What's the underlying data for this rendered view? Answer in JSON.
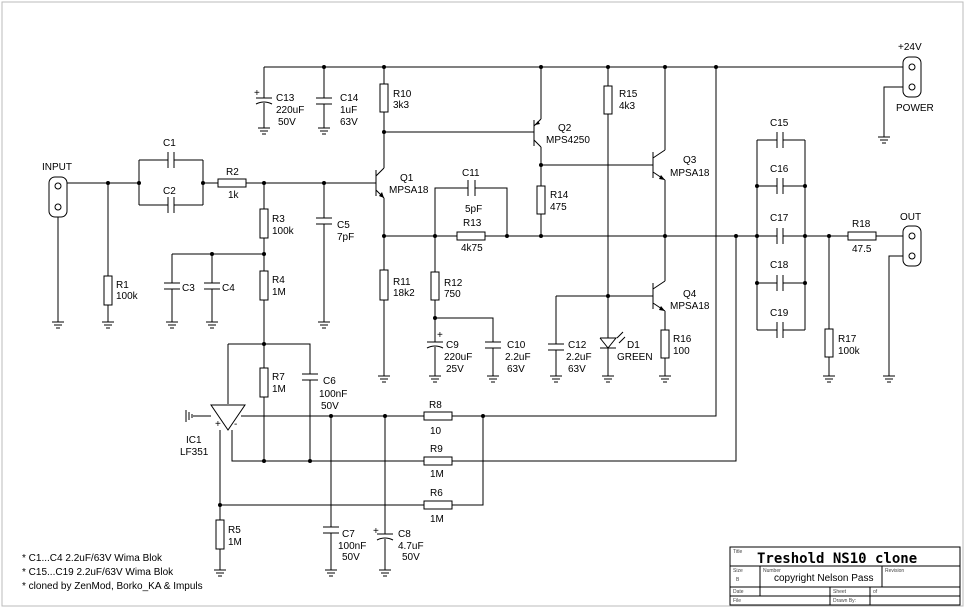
{
  "title_block": {
    "title": "Treshold NS10 clone",
    "copyright": "copyright Nelson Pass",
    "field_title": "Title",
    "field_size": "Size",
    "field_size_value": "B",
    "field_number": "Number",
    "field_revision": "Revision",
    "field_date": "Date",
    "field_file": "File",
    "field_sheet": "Sheet",
    "field_of": "of",
    "field_drawn": "Drawn By:"
  },
  "notes": [
    "* C1...C4  2.2uF/63V Wima Blok",
    "* C15...C19  2.2uF/63V Wima Blok",
    "* cloned by ZenMod, Borko_KA & Impuls"
  ],
  "connectors": {
    "input": "INPUT",
    "out": "OUT",
    "power_voltage": "+24V",
    "power": "POWER"
  },
  "components": {
    "C1": {
      "ref": "C1"
    },
    "C2": {
      "ref": "C2"
    },
    "C3": {
      "ref": "C3"
    },
    "C4": {
      "ref": "C4"
    },
    "R1": {
      "ref": "R1",
      "value": "100k"
    },
    "R2": {
      "ref": "R2",
      "value": "1k"
    },
    "R3": {
      "ref": "R3",
      "value": "100k"
    },
    "R4": {
      "ref": "R4",
      "value": "1M"
    },
    "R5": {
      "ref": "R5",
      "value": "1M"
    },
    "R6": {
      "ref": "R6",
      "value": "1M"
    },
    "R7": {
      "ref": "R7",
      "value": "1M"
    },
    "R8": {
      "ref": "R8",
      "value": "10"
    },
    "R9": {
      "ref": "R9",
      "value": "1M"
    },
    "R10": {
      "ref": "R10",
      "value": "3k3"
    },
    "R11": {
      "ref": "R11",
      "value": "18k2"
    },
    "R12": {
      "ref": "R12",
      "value": "750"
    },
    "R13": {
      "ref": "R13",
      "value": "4k75"
    },
    "R14": {
      "ref": "R14",
      "value": "475"
    },
    "R15": {
      "ref": "R15",
      "value": "4k3"
    },
    "R16": {
      "ref": "R16",
      "value": "100"
    },
    "R17": {
      "ref": "R17",
      "value": "100k"
    },
    "R18": {
      "ref": "R18",
      "value": "47.5"
    },
    "C5": {
      "ref": "C5",
      "value": "7pF"
    },
    "C6": {
      "ref": "C6",
      "value": "100nF",
      "voltage": "50V"
    },
    "C7": {
      "ref": "C7",
      "value": "100nF",
      "voltage": "50V"
    },
    "C8": {
      "ref": "C8",
      "value": "4.7uF",
      "voltage": "50V"
    },
    "C9": {
      "ref": "C9",
      "value": "220uF",
      "voltage": "25V"
    },
    "C10": {
      "ref": "C10",
      "value": "2.2uF",
      "voltage": "63V"
    },
    "C11": {
      "ref": "C11",
      "value": "5pF"
    },
    "C12": {
      "ref": "C12",
      "value": "2.2uF",
      "voltage": "63V"
    },
    "C13": {
      "ref": "C13",
      "value": "220uF",
      "voltage": "50V"
    },
    "C14": {
      "ref": "C14",
      "value": "1uF",
      "voltage": "63V"
    },
    "C15": {
      "ref": "C15"
    },
    "C16": {
      "ref": "C16"
    },
    "C17": {
      "ref": "C17"
    },
    "C18": {
      "ref": "C18"
    },
    "C19": {
      "ref": "C19"
    },
    "Q1": {
      "ref": "Q1",
      "part": "MPSA18"
    },
    "Q2": {
      "ref": "Q2",
      "part": "MPS4250"
    },
    "Q3": {
      "ref": "Q3",
      "part": "MPSA18"
    },
    "Q4": {
      "ref": "Q4",
      "part": "MPSA18"
    },
    "D1": {
      "ref": "D1",
      "part": "GREEN"
    },
    "IC1": {
      "ref": "IC1",
      "part": "LF351"
    }
  }
}
